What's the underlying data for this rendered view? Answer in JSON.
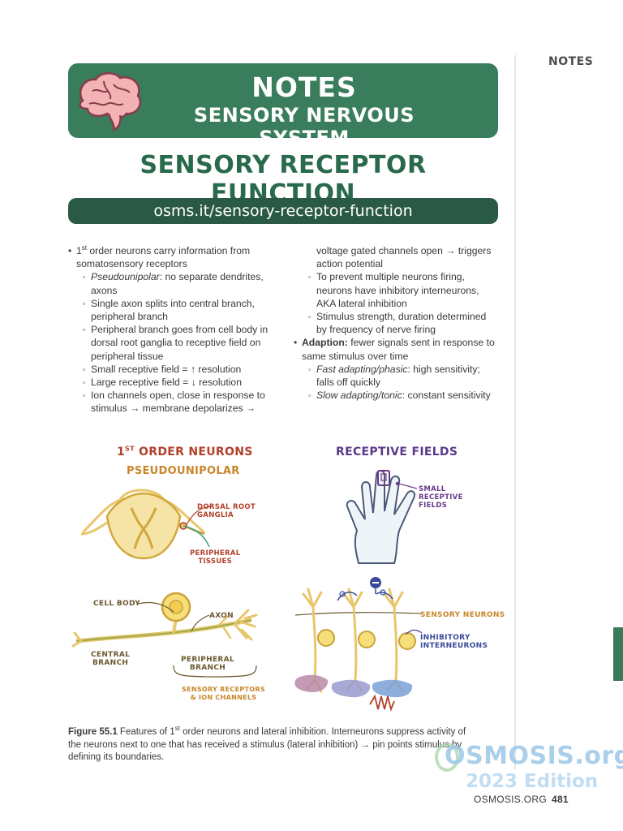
{
  "side": {
    "notes_label": "NOTES"
  },
  "header": {
    "title": "NOTES",
    "subtitle": "SENSORY NERVOUS SYSTEM"
  },
  "page_title": "SENSORY RECEPTOR FUNCTION",
  "url": "osms.it/sensory-receptor-function",
  "left_col": {
    "l1a": "1",
    "l1sup": "st",
    "l1b": " order neurons carry information from",
    "l1c": "somatosensory receptors",
    "s1a": "Pseudounipolar",
    "s1b": ": no separate dendrites,",
    "s1c": "axons",
    "s2a": "Single axon splits into central branch,",
    "s2b": "peripheral branch",
    "s3a": "Peripheral branch goes from cell body in",
    "s3b": "dorsal root ganglia to receptive field on",
    "s3c": "peripheral tissue",
    "s4": "Small receptive field = ↑ resolution",
    "s5": "Large receptive field = ↓ resolution",
    "s6a": "Ion channels open, close in response to",
    "s6b": "stimulus → membrane depolarizes →"
  },
  "right_col": {
    "c1": "voltage gated channels open → triggers",
    "c2": "action potential",
    "r1a": "To prevent multiple neurons firing,",
    "r1b": "neurons have inhibitory interneurons,",
    "r1c": "AKA lateral inhibition",
    "r2a": "Stimulus strength, duration determined",
    "r2b": "by frequency of nerve firing",
    "m1a": "Adaption:",
    "m1b": " fewer signals sent in response to",
    "m1c": "same stimulus over time",
    "r3a": "Fast adapting/phasic",
    "r3b": ": high sensitivity;",
    "r3c": "falls off quickly",
    "r4a": "Slow adapting/tonic",
    "r4b": ": constant sensitivity"
  },
  "figure": {
    "left_heading_a": "1",
    "left_heading_sup": "ST",
    "left_heading_b": " ORDER NEURONS",
    "left_subheading": "PSEUDOUNIPOLAR",
    "dorsal_root_ganglia_1": "DORSAL ROOT",
    "dorsal_root_ganglia_2": "GANGLIA",
    "peripheral_tissues_1": "PERIPHERAL",
    "peripheral_tissues_2": "TISSUES",
    "cell_body": "CELL BODY",
    "axon": "AXON",
    "central_branch_1": "CENTRAL",
    "central_branch_2": "BRANCH",
    "peripheral_branch_1": "PERIPHERAL",
    "peripheral_branch_2": "BRANCH",
    "sensory_receptors_1": "SENSORY RECEPTORS",
    "sensory_receptors_2": "& ION CHANNELS",
    "right_heading": "RECEPTIVE FIELDS",
    "small_fields_1": "SMALL",
    "small_fields_2": "RECEPTIVE",
    "small_fields_3": "FIELDS",
    "sensory_neurons": "SENSORY NEURONS",
    "inhibitory_1": "INHIBITORY",
    "inhibitory_2": "INTERNEURONS"
  },
  "caption": {
    "label": "Figure 55.1",
    "t1": " Features of 1",
    "sup": "st",
    "t2": " order neurons and lateral inhibition. Interneurons suppress activity of",
    "t3": "the neurons next to one that has received a stimulus (lateral inhibition) → pin points stimulus by",
    "t4": "defining its boundaries."
  },
  "watermark": {
    "line1": "OSMOSIS.org",
    "line2": "2023 Edition"
  },
  "footer": {
    "site": "OSMOSIS.ORG",
    "page": "481"
  },
  "colors": {
    "header_green": "#3a7d5c",
    "url_band": "#2a5a45",
    "title_green": "#2a6a4c"
  }
}
